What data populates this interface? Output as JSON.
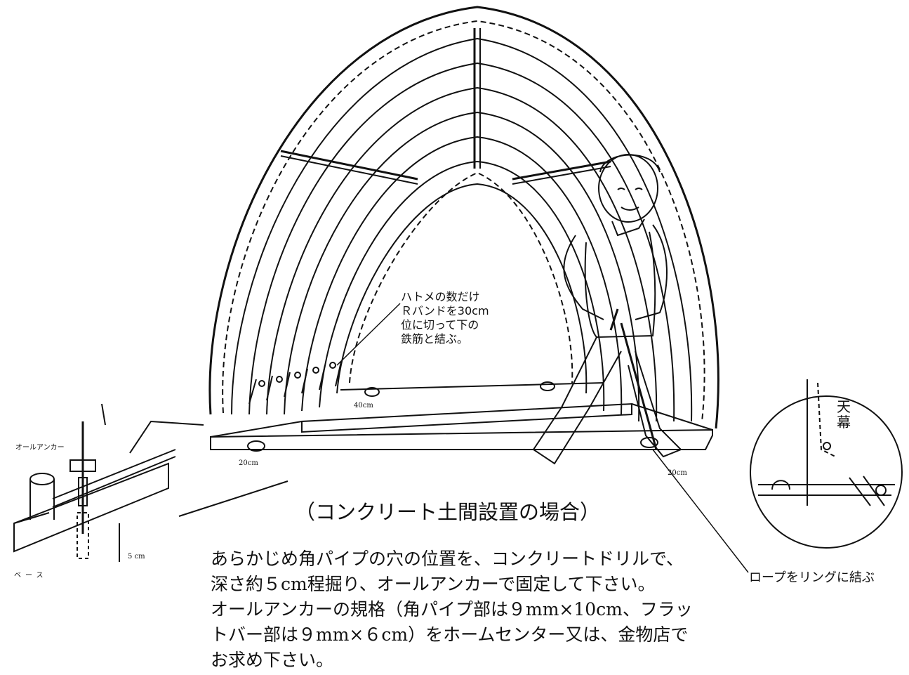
{
  "callout": {
    "lines": [
      "ハトメの数だけ",
      "Ｒバンドを30cm",
      "位に切って下の",
      "鉄筋と結ぶ。"
    ]
  },
  "caption": "（コンクリート土間設置の場合）",
  "note": {
    "lines": [
      "あらかじめ角パイプの穴の位置を、コンクリートドリルで、",
      "深さ約５cm程掘り、オールアンカーで固定して下さい。",
      "オールアンカーの規格（角パイプ部は９mm×10cm、フラッ",
      "トバー部は９mm×６cm）をホームセンター又は、金物店で",
      "お求め下さい。"
    ]
  },
  "labels": {
    "all_anchor": "オールアンカー",
    "base": "ベース",
    "depth": "5 cm",
    "left_20": "20cm",
    "right_20": "20cm",
    "span_40": "40cm",
    "tenmaku": "天幕",
    "rope": "ロープをリングに結ぶ"
  },
  "colors": {
    "ink": "#111111",
    "paper": "#ffffff"
  }
}
